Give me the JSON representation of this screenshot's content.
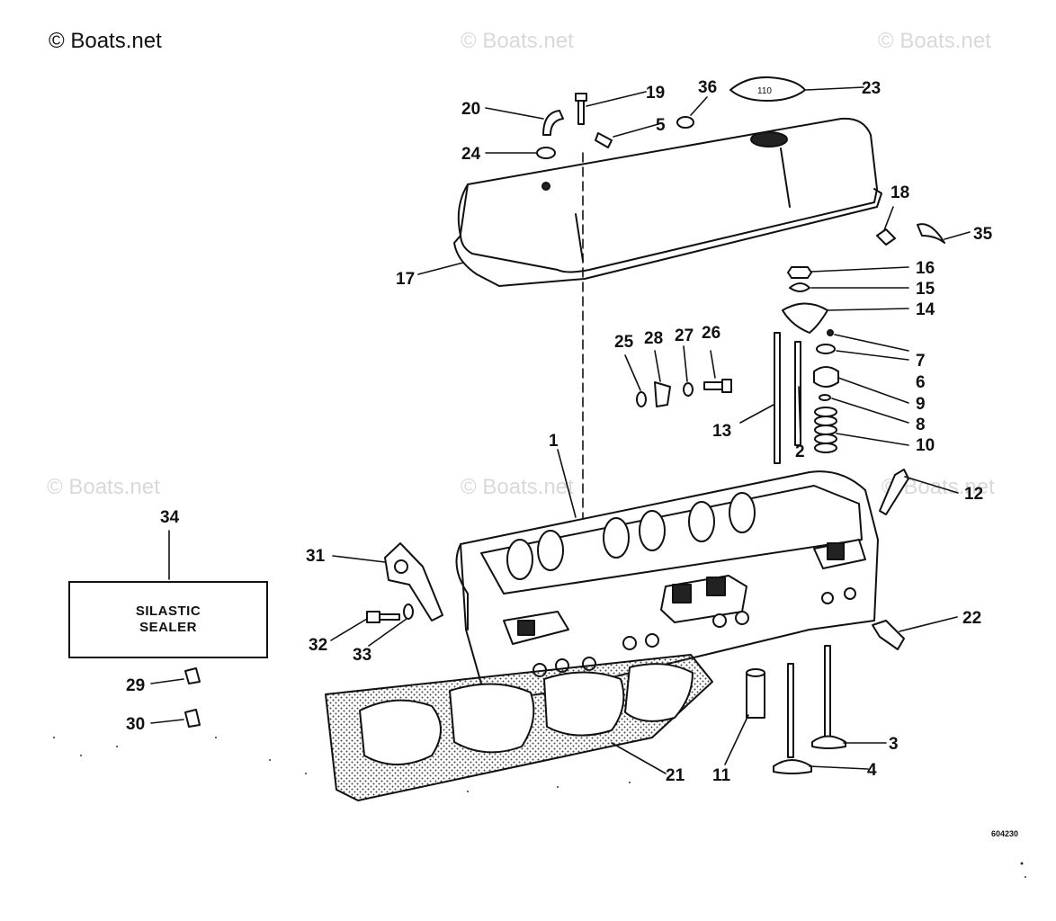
{
  "copyright": "© Boats.net",
  "watermark": "© Boats.net",
  "sealer_box": {
    "line1": "SILASTIC",
    "line2": "SEALER"
  },
  "reference_code": "604230",
  "cap_marking": "110",
  "callouts": [
    {
      "id": "callout-1",
      "label": "1"
    },
    {
      "id": "callout-2",
      "label": "2"
    },
    {
      "id": "callout-3",
      "label": "3"
    },
    {
      "id": "callout-4",
      "label": "4"
    },
    {
      "id": "callout-5",
      "label": "5"
    },
    {
      "id": "callout-6",
      "label": "6"
    },
    {
      "id": "callout-7",
      "label": "7"
    },
    {
      "id": "callout-8",
      "label": "8"
    },
    {
      "id": "callout-9",
      "label": "9"
    },
    {
      "id": "callout-10",
      "label": "10"
    },
    {
      "id": "callout-11",
      "label": "11"
    },
    {
      "id": "callout-12",
      "label": "12"
    },
    {
      "id": "callout-13",
      "label": "13"
    },
    {
      "id": "callout-14",
      "label": "14"
    },
    {
      "id": "callout-15",
      "label": "15"
    },
    {
      "id": "callout-16",
      "label": "16"
    },
    {
      "id": "callout-17",
      "label": "17"
    },
    {
      "id": "callout-18",
      "label": "18"
    },
    {
      "id": "callout-19",
      "label": "19"
    },
    {
      "id": "callout-20",
      "label": "20"
    },
    {
      "id": "callout-21",
      "label": "21"
    },
    {
      "id": "callout-22",
      "label": "22"
    },
    {
      "id": "callout-23",
      "label": "23"
    },
    {
      "id": "callout-24",
      "label": "24"
    },
    {
      "id": "callout-25",
      "label": "25"
    },
    {
      "id": "callout-26",
      "label": "26"
    },
    {
      "id": "callout-27",
      "label": "27"
    },
    {
      "id": "callout-28",
      "label": "28"
    },
    {
      "id": "callout-29",
      "label": "29"
    },
    {
      "id": "callout-30",
      "label": "30"
    },
    {
      "id": "callout-31",
      "label": "31"
    },
    {
      "id": "callout-32",
      "label": "32"
    },
    {
      "id": "callout-33",
      "label": "33"
    },
    {
      "id": "callout-34",
      "label": "34"
    },
    {
      "id": "callout-35",
      "label": "35"
    },
    {
      "id": "callout-36",
      "label": "36"
    }
  ]
}
